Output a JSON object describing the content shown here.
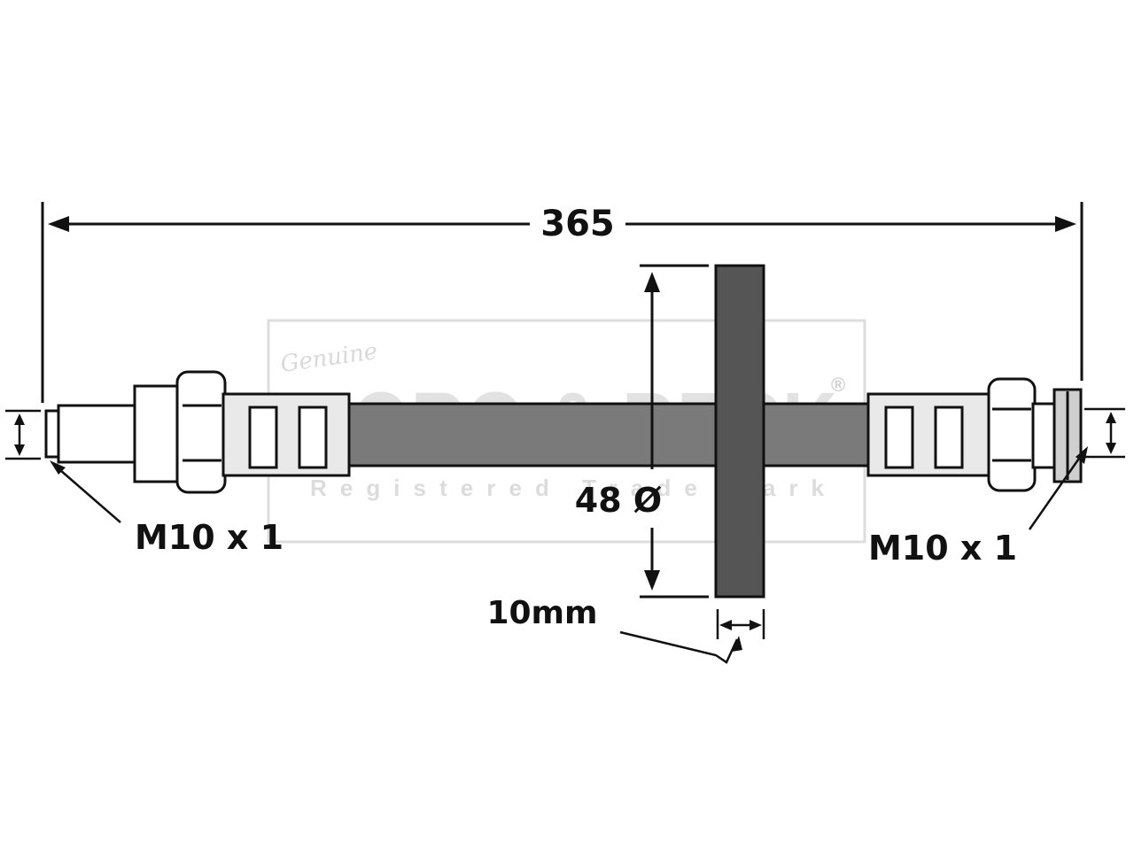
{
  "dimensions": {
    "overall_length": "365",
    "bracket_diameter": "48 Ø",
    "bracket_thickness": "10mm",
    "left_thread": "M10 x 1",
    "right_thread": "M10 x 1"
  },
  "watermark": {
    "script": "Genuine",
    "brand": "BORG & BECK",
    "registered_symbol": "®",
    "tagline": "Registered Trade Mark"
  },
  "colors": {
    "line": "#111111",
    "hose": "#7a7a7a",
    "bracket": "#555555",
    "fitting": "#cfcfcf",
    "watermark": "#d9d9d9"
  }
}
